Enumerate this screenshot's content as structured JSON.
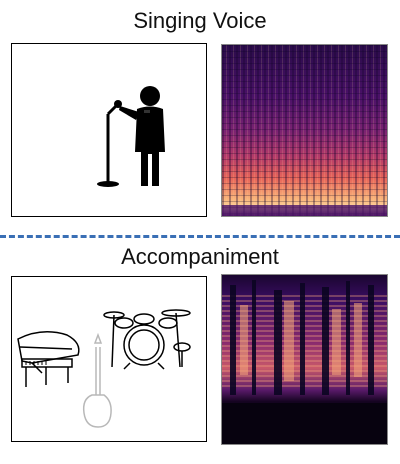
{
  "sections": [
    {
      "title": "Singing Voice",
      "icon": "singer-with-microphone-icon",
      "spectrogram": "vocal-spectrogram"
    },
    {
      "title": "Accompaniment",
      "icon": "piano-guitar-drums-icon",
      "spectrogram": "accompaniment-spectrogram"
    }
  ],
  "colors": {
    "divider": "#3a6fb5",
    "spectrogram_palette": [
      "#0b0522",
      "#3a0d63",
      "#7a2272",
      "#c13c66",
      "#f07655",
      "#fbd29a"
    ]
  }
}
